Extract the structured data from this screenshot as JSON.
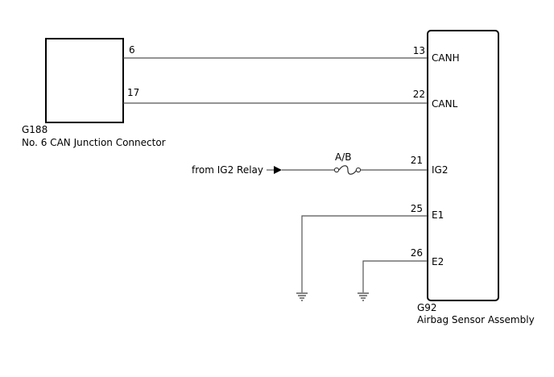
{
  "connector_left": {
    "code": "G188",
    "name": "No. 6 CAN Junction Connector",
    "pins": [
      "6",
      "17"
    ]
  },
  "assembly_right": {
    "code": "G92",
    "name": "Airbag Sensor Assembly",
    "pins": [
      {
        "num": "13",
        "signal": "CANH"
      },
      {
        "num": "22",
        "signal": "CANL"
      },
      {
        "num": "21",
        "signal": "IG2"
      },
      {
        "num": "25",
        "signal": "E1"
      },
      {
        "num": "26",
        "signal": "E2"
      }
    ]
  },
  "power_source": {
    "label": "from IG2 Relay",
    "fuse_label": "A/B"
  },
  "colors": {
    "wire": "#555555",
    "outline": "#000000"
  }
}
